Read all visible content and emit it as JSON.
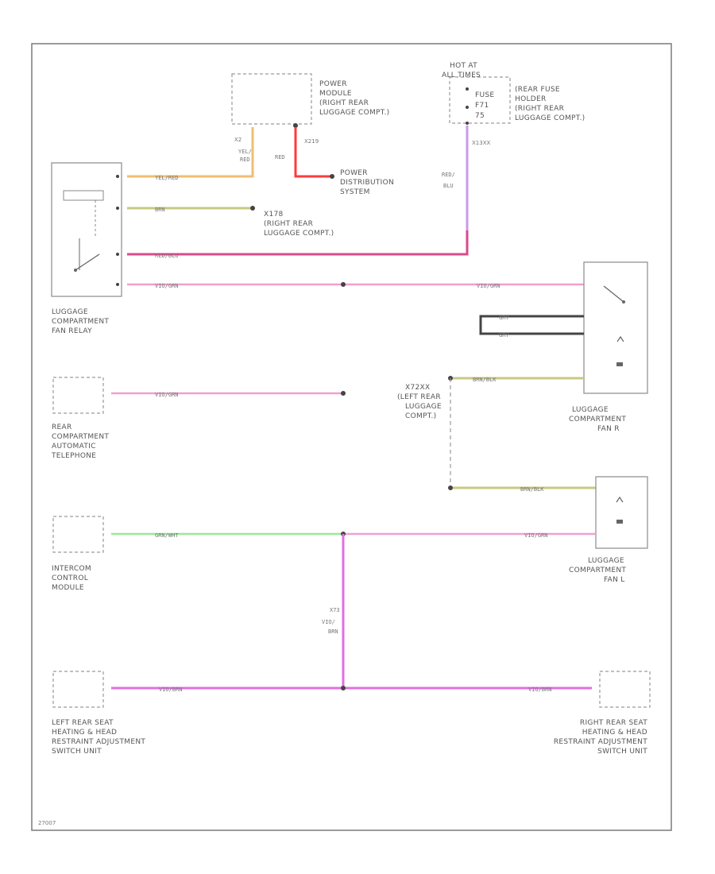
{
  "colors": {
    "yel_red": "#f2bd6f",
    "red": "#ff3b3b",
    "brn": "#c8c882",
    "red_blu": "#d94a8c",
    "pink": "#f0a0d0",
    "violet": "#c89ae8",
    "grn": "#9be89b",
    "vio_brn": "#e070e0",
    "gray_dark": "#444444"
  },
  "components": {
    "power_module": [
      "POWER",
      "MODULE",
      "(RIGHT REAR",
      "LUGGAGE COMPT.)"
    ],
    "rear_fuse": [
      "(REAR FUSE",
      "HOLDER",
      "(RIGHT REAR",
      "LUGGAGE COMPT.)"
    ],
    "hot_at": [
      "HOT AT",
      "ALL TIMES"
    ],
    "fuse_labels": [
      "FUSE",
      "F71",
      "75"
    ],
    "power_distribution": [
      "POWER",
      "DISTRIBUTION",
      "SYSTEM"
    ],
    "x178": [
      "X178",
      "(RIGHT REAR",
      "LUGGAGE COMPT.)"
    ],
    "fan_relay": [
      "LUGGAGE",
      "COMPARTMENT",
      "FAN RELAY"
    ],
    "fan_r": [
      "LUGGAGE",
      "COMPARTMENT",
      "FAN R"
    ],
    "fan_l": [
      "LUGGAGE",
      "COMPARTMENT",
      "FAN L"
    ],
    "x72_splice": [
      "X72XX",
      "(LEFT REAR",
      "LUGGAGE",
      "COMPT.)"
    ],
    "telephone": [
      "REAR",
      "COMPARTMENT",
      "AUTOMATIC",
      "TELEPHONE"
    ],
    "intercom": [
      "INTERCOM",
      "CONTROL",
      "MODULE"
    ],
    "left_seat": [
      "LEFT REAR SEAT",
      "HEATING & HEAD",
      "RESTRAINT ADJUSTMENT",
      "SWITCH UNIT"
    ],
    "right_seat": [
      "RIGHT REAR SEAT",
      "HEATING & HEAD",
      "RESTRAINT ADJUSTMENT",
      "SWITCH UNIT"
    ]
  },
  "wires": {
    "yel_red_v": [
      "YEL/",
      "RED"
    ],
    "red_v": "RED",
    "red_blu_v": [
      "RED/",
      "BLU"
    ],
    "yel_red_h": "YEL/RED",
    "brn_h": "BRN",
    "red_blu_h": "RED/BLU",
    "vio_grn": "VIO/GRN",
    "vio_brn": "VIO/BRN",
    "brn_blk": "BRN/BLK",
    "grn_wht": "GRN/WHT",
    "vio_brn_v": [
      "VIO/",
      "BRN"
    ],
    "gray": "GRY",
    "x_left_top": "X2",
    "x_right_top": "X219",
    "x_right_fuse": "X13XX",
    "x_vertical": "X73"
  },
  "figure_id": "27007"
}
